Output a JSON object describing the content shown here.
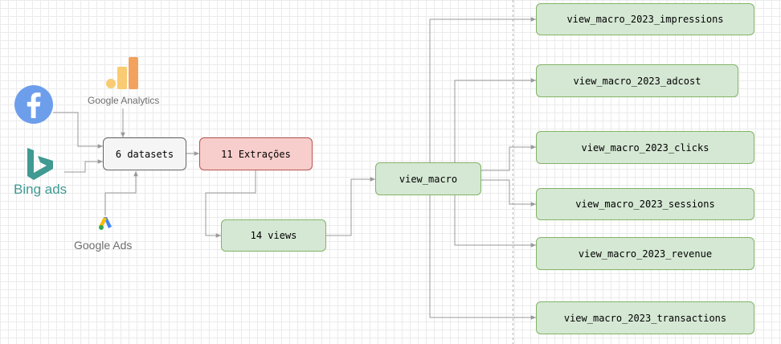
{
  "sources": {
    "google_analytics": "Google Analytics",
    "bing_ads": "Bing ads",
    "google_ads": "Google Ads"
  },
  "nodes": {
    "datasets": "6 datasets",
    "extractions": "11 Extrações",
    "views": "14 views",
    "view_macro": "view_macro",
    "impressions": "view_macro_2023_impressions",
    "adcost": "view_macro_2023_adcost",
    "clicks": "view_macro_2023_clicks",
    "sessions": "view_macro_2023_sessions",
    "revenue": "view_macro_2023_revenue",
    "transactions": "view_macro_2023_transactions"
  },
  "colors": {
    "green_fill": "#d5e8d4",
    "green_stroke": "#82b366",
    "red_fill": "#f8cecc",
    "red_stroke": "#b85450",
    "gray_fill": "#f5f5f5",
    "edge": "#999999",
    "facebook": "#6d9eeb",
    "bing": "#3f9a92",
    "analytics_light": "#f9cb72",
    "analytics_dark": "#f2a25d"
  }
}
